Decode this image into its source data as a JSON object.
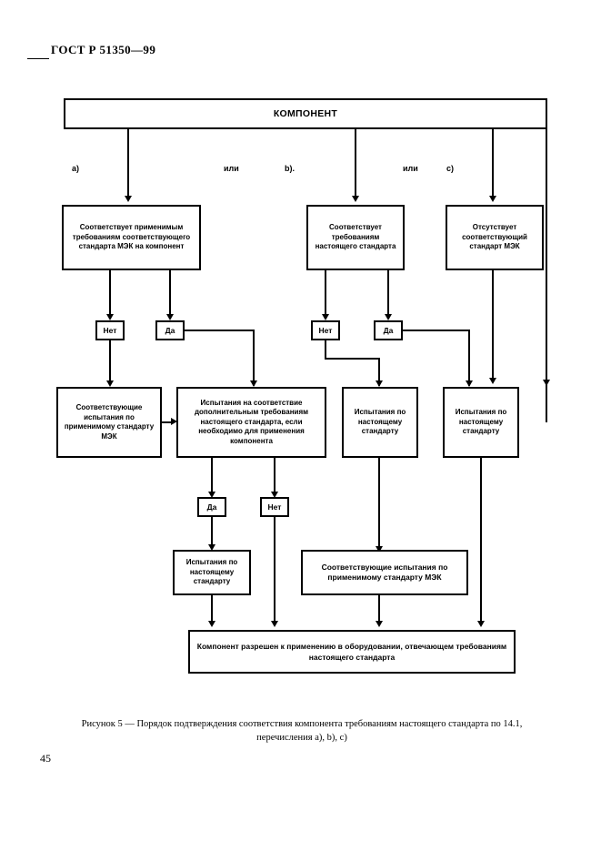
{
  "document": {
    "standard_header": "ГОСТ Р 51350—99",
    "page_number": "45",
    "caption_line1": "Рисунок 5 — Порядок подтверждения соответствия компонента требованиям настоящего стандарта по 14.1,",
    "caption_line2": "перечисления a), b), c)"
  },
  "diagram": {
    "title": "Рисунок 5",
    "root": "КОМПОНЕНТ",
    "branch_labels": {
      "a": "a)",
      "or1": "или",
      "b": "b).",
      "or2": "или",
      "c": "c)"
    },
    "condition_boxes": {
      "a": "Соответствует применимым требованиям соответствующего стандарта МЭК на компонент",
      "b": "Соответствует требованиям настоящего стандарта",
      "c": "Отсутствует соответствующий стандарт МЭК"
    },
    "decisions": {
      "a_no": "Нет",
      "a_yes": "Да",
      "b_no": "Нет",
      "b_yes": "Да",
      "mid_yes": "Да",
      "mid_no": "Нет"
    },
    "action_boxes": {
      "iec_tests_left": "Соответствующие испытания по применимому стандарту МЭК",
      "additional_tests": "Испытания на соответствие дополнительным требованиям настоящего стандарта, если необходимо для применения компонента",
      "std_tests_mid": "Испытания по настоящему стандарту",
      "std_tests_right": "Испытания по настоящему стандарту",
      "std_tests_lower": "Испытания по настоящему стандарту",
      "iec_tests_lower": "Соответствующие испытания по применимому стандарту МЭК"
    },
    "result_box": "Компонент разрешен к применению в оборудовании, отвечающем требованиям настоящего стандарта"
  }
}
